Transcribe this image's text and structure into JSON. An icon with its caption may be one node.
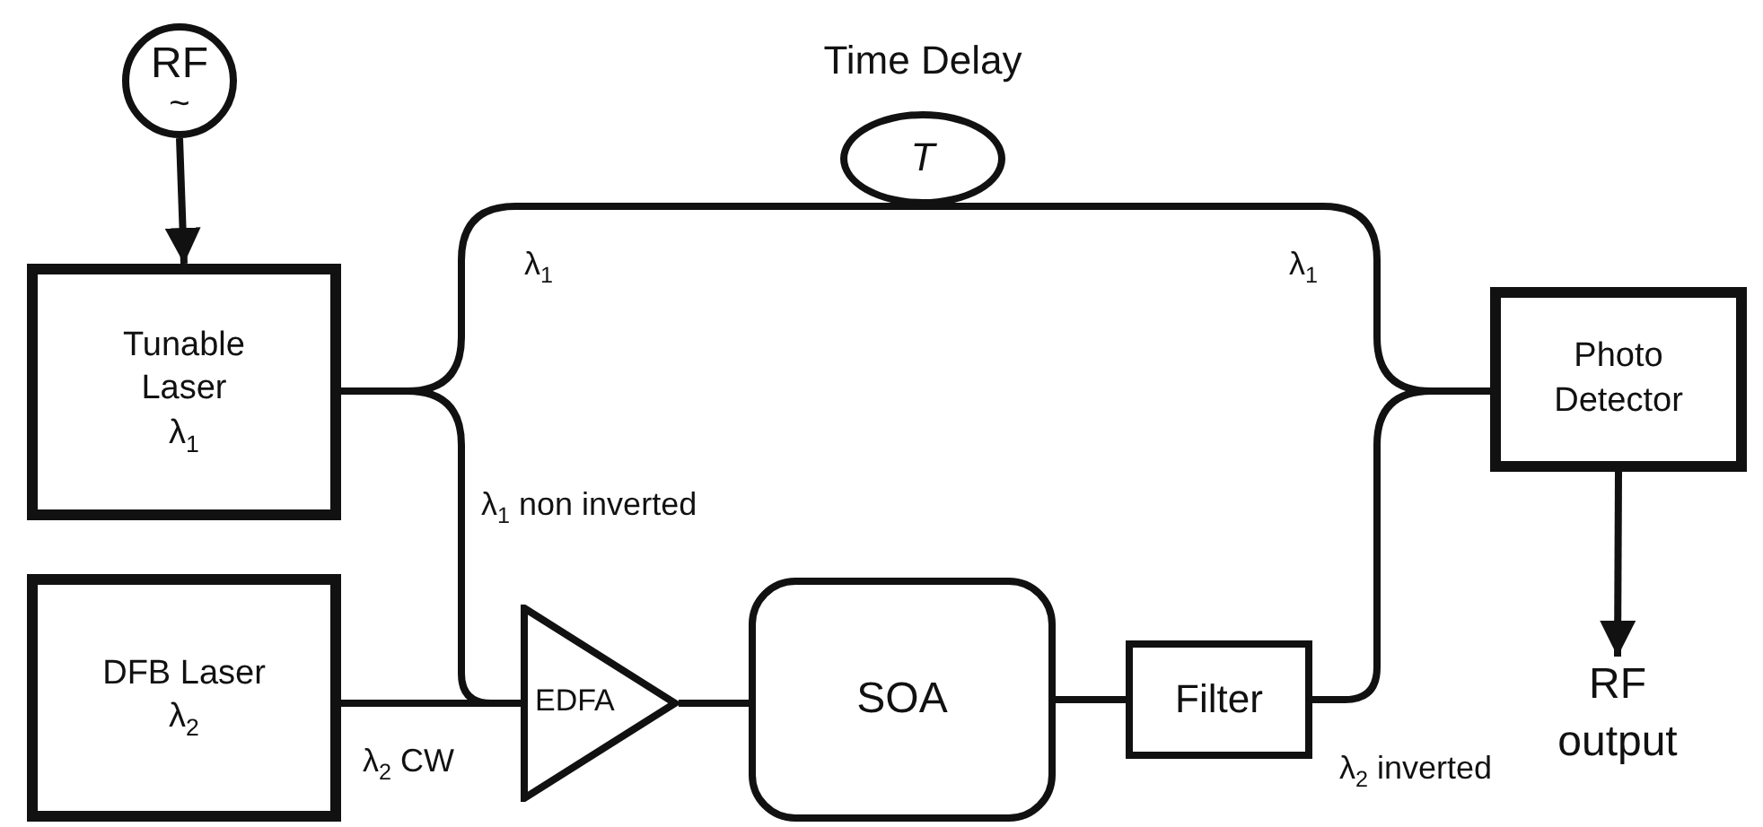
{
  "diagram": {
    "nodes": [
      {
        "text": [
          "RF",
          "~"
        ]
      },
      {
        "text": [
          "Tunable Laser",
          "λ$_{1}$"
        ]
      },
      {
        "text": [
          "Time Delay",
          "T"
        ]
      },
      {
        "text": [
          "Photo Detector"
        ]
      },
      {
        "text": [
          "DFB Laser",
          "λ$_{2}$"
        ]
      },
      {
        "text": [
          "EDFA"
        ]
      },
      {
        "text": [
          "SOA"
        ]
      },
      {
        "text": [
          "Filter"
        ]
      },
      {
        "text": [
          "RF output"
        ]
      }
    ],
    "edges": [
      {
        "from": 0,
        "to": 1,
        "arrow": "to"
      },
      {
        "from": 1,
        "to": 2,
        "arrow": "none",
        "label": "λ$_{1}$"
      },
      {
        "from": 2,
        "to": 3,
        "arrow": "none",
        "label": "λ$_{1}$"
      },
      {
        "from": 1,
        "to": 5,
        "arrow": "none",
        "label": "λ$_{1}$ non inverted"
      },
      {
        "from": 4,
        "to": 5,
        "arrow": "none",
        "label": "λ$_{2}$ CW"
      },
      {
        "from": 5,
        "to": 6,
        "arrow": "none"
      },
      {
        "from": 6,
        "to": 7,
        "arrow": "none"
      },
      {
        "from": 7,
        "to": 3,
        "arrow": "none",
        "label": "λ$_{2}$ inverted"
      },
      {
        "from": 3,
        "to": 8,
        "arrow": "to"
      }
    ]
  }
}
